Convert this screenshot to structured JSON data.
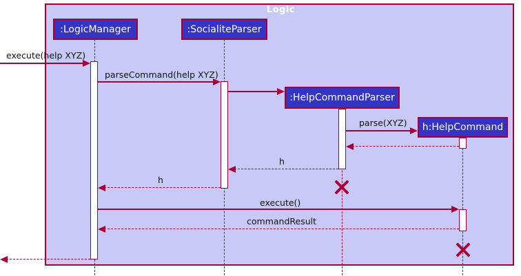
{
  "frame": {
    "title": "Logic"
  },
  "participants": [
    {
      "name": "logic-manager",
      "label": ":LogicManager"
    },
    {
      "name": "socialite-parser",
      "label": ":SocialiteParser"
    },
    {
      "name": "help-command-parser",
      "label": ":HelpCommandParser"
    },
    {
      "name": "help-command",
      "label": "h:HelpCommand"
    }
  ],
  "messages": [
    {
      "name": "execute-help",
      "label": "execute(help XYZ)",
      "type": "sync"
    },
    {
      "name": "parse-command",
      "label": "parseCommand(help XYZ)",
      "type": "sync"
    },
    {
      "name": "create-help-command-parser",
      "label": "",
      "type": "create"
    },
    {
      "name": "parse-xyz",
      "label": "parse(XYZ)",
      "type": "create"
    },
    {
      "name": "return-to-parser",
      "label": "",
      "type": "return"
    },
    {
      "name": "return-h-to-socialite",
      "label": "h",
      "type": "return"
    },
    {
      "name": "return-h-to-logic-manager",
      "label": "h",
      "type": "return"
    },
    {
      "name": "execute-command",
      "label": "execute()",
      "type": "sync"
    },
    {
      "name": "command-result",
      "label": "commandResult",
      "type": "return"
    },
    {
      "name": "final-return",
      "label": "",
      "type": "return"
    }
  ],
  "colors": {
    "frame_fill": "#c9c9f8",
    "participant_fill": "#3333c4",
    "line": "#a80036",
    "participant_text": "#ffffff",
    "message_text": "#0e0e0e",
    "frame_title_text": "#fcfcfc"
  }
}
